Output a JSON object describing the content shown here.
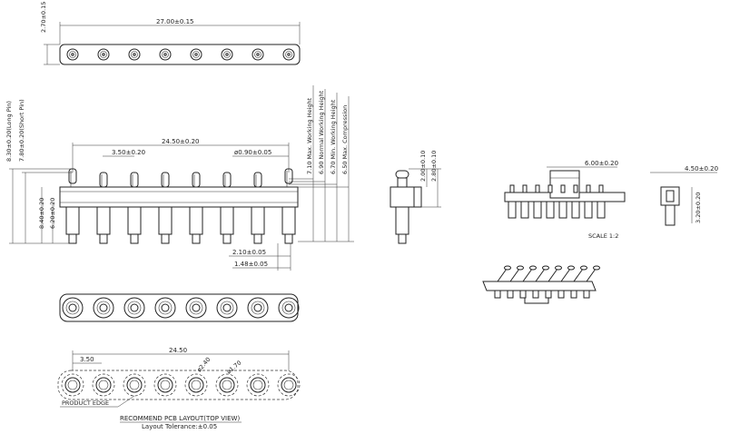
{
  "dims": {
    "top_height": "2.70±0.15",
    "total_length": "27.00±0.15",
    "pin_span": "24.50±0.20",
    "pitch": "3.50±0.20",
    "contact_dia": "ø0.90±0.05",
    "h_long": "8.30±0.20(Long Pin)",
    "h_short": "7.80±0.20(Short Pin)",
    "h1": "8.40±0.20",
    "h2": "6.20±0.20",
    "max_work": "7.10 Max. Working Height",
    "normal_work": "6.90 Normal Working Height",
    "min_work": "6.70 Min. Working Height",
    "max_comp": "6.50 Max. Compression",
    "w_210": "2.10±0.05",
    "w_148": "1.48±0.05",
    "side_200": "2.00±0.10",
    "side_280": "2.80±0.10",
    "iso_600": "6.00±0.20",
    "end_450": "4.50±0.20",
    "end_320": "3.20±0.20",
    "scale": "SCALE 1:2",
    "pcb_2450": "24.50",
    "pcb_350": "3.50",
    "pcb_d1": "ø2.40",
    "pcb_d2": "ø1.70",
    "product_edge": "PRODUCT EDGE",
    "pcb_title": "RECOMMEND PCB LAYOUT(TOP VIEW)",
    "pcb_tol": "Layout Tolerance:±0.05"
  }
}
